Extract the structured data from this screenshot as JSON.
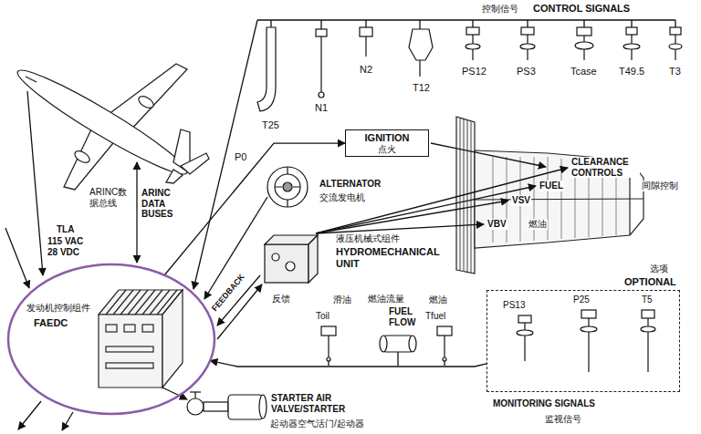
{
  "diagram": {
    "nodes": [
      {
        "text": [
          "发动机控制组件",
          "FAEDC"
        ]
      },
      {
        "text": [
          "IGNITION",
          "点火"
        ]
      },
      {
        "text": [
          "选项",
          "OPTIONAL"
        ]
      }
    ],
    "edges": [
      {
        "from": 0,
        "to": 1,
        "arrow": "to"
      },
      {
        "from": 2,
        "to": 0,
        "arrow": "to"
      }
    ],
    "labels": [
      "控制信号",
      "CONTROL SIGNALS",
      "T25",
      "N1",
      "N2",
      "T12",
      "PS12",
      "PS3",
      "Tcase",
      "T49.5",
      "T3",
      "P0",
      "ARINC数据总线",
      "ARINC DATA BUSES",
      "TLA",
      "115 VAC 28 VDC",
      "FEEDBACK",
      "反馈",
      "ALTERNATOR",
      "交流发电机",
      "液压机械式组件",
      "HYDROMECHANICAL UNIT",
      "VBV",
      "VSV",
      "FUEL",
      "燃油",
      "CLEARANCE CONTROLS",
      "间隙控制",
      "滑油",
      "Toil",
      "燃油流量",
      "FUEL FLOW",
      "燃油",
      "Tfuel",
      "PS13",
      "P25",
      "T5",
      "MONITORING SIGNALS",
      "监视信号",
      "STARTER AIR VALVE/STARTER",
      "起动器空气活门/起动器"
    ]
  }
}
